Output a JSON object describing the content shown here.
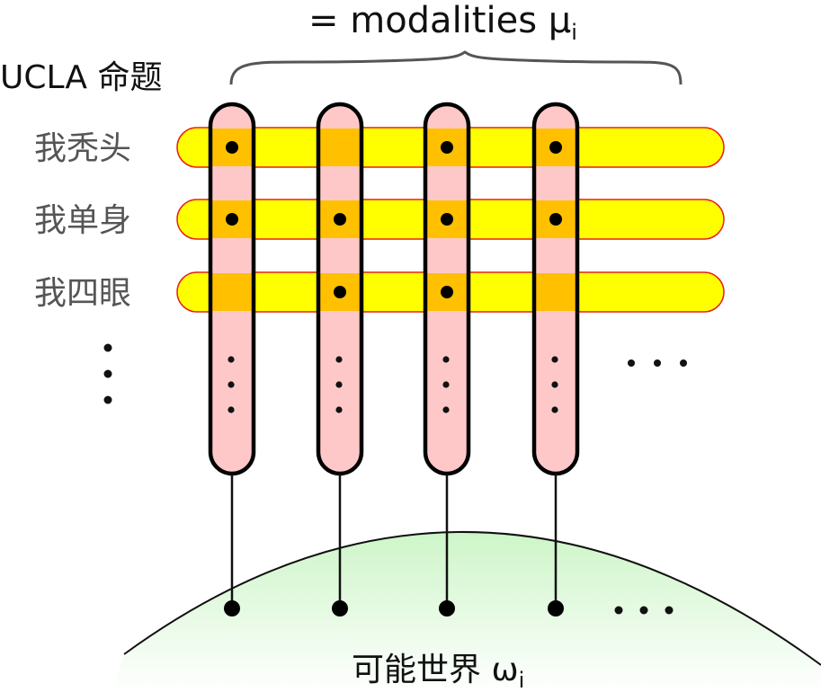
{
  "title": {
    "prefix": "= modalities μ",
    "subscript": "i"
  },
  "ucla_label": "UCLA 命题",
  "propositions": [
    {
      "label": "我秃头",
      "truth": [
        true,
        false,
        true,
        true
      ]
    },
    {
      "label": "我单身",
      "truth": [
        true,
        true,
        true,
        true
      ]
    },
    {
      "label": "我四眼",
      "truth": [
        false,
        true,
        true,
        false
      ]
    }
  ],
  "more_propositions": "⋮",
  "worlds_label": {
    "prefix": "可能世界 ω",
    "subscript": "i"
  },
  "more_columns": "…",
  "more_worlds": "…",
  "colors": {
    "proposition_band": "#ffff00",
    "proposition_border": "#e8201a",
    "modality_capsule": "#ffc8c8",
    "modality_border": "#000000",
    "intersection": "#ffc000",
    "world_gradient_top": "#cdf5c8",
    "world_gradient_bottom": "#ffffff"
  }
}
